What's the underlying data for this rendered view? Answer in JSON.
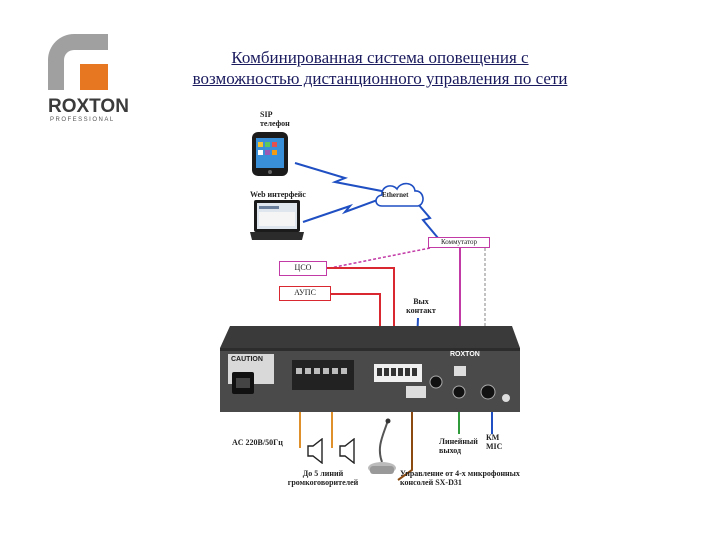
{
  "title_line1": "Комбинированная система оповещения с",
  "title_line2": "возможностью дистанционного управления по сети",
  "logo": {
    "brand": "ROXTON",
    "sub": "PROFESSIONAL"
  },
  "labels": {
    "sip_phone": "SIP телефон",
    "web_interface": "Web интерфейс",
    "ethernet": "Ethernet",
    "switch": "Коммутатор",
    "cso": "ЦСО",
    "aups": "АУПС",
    "ext_contact": "Вых контакт",
    "ac_power": "AC 220В/50Гц",
    "speakers": "До 5 линий громкоговорителей",
    "line_out": "Линейный выход",
    "mic_in": "КМ МIC",
    "remote_control": "Управление от 4-х микрофонных консолей SX-D31",
    "caution": "CAUTION",
    "device_brand": "ROXTON"
  },
  "colors": {
    "red_line": "#d9282f",
    "magenta_line": "#c23aa6",
    "blue_line": "#1f4fc2",
    "green_line": "#2f9b3a",
    "orange_line": "#e0902a",
    "brown_line": "#8a4a10",
    "logo_grey": "#a0a0a0",
    "logo_orange": "#e87722"
  }
}
